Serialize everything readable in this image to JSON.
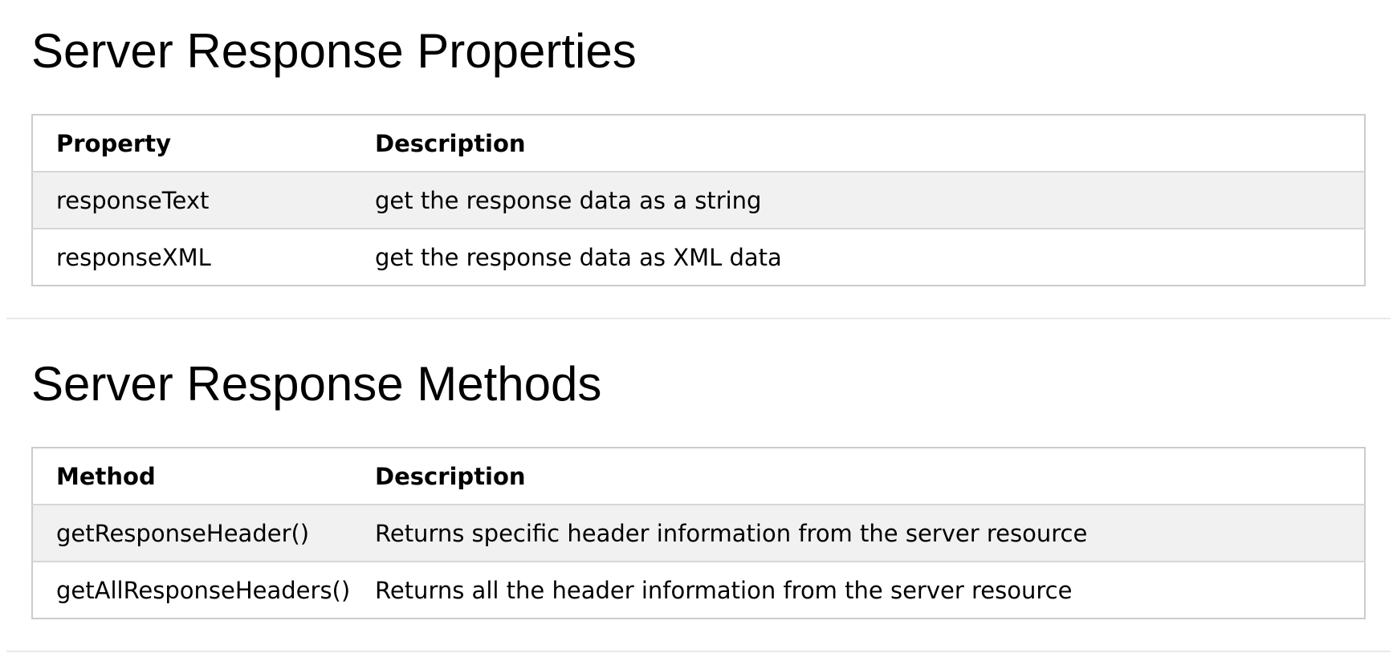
{
  "sections": [
    {
      "title": "Server Response Properties",
      "headers": [
        "Property",
        "Description"
      ],
      "rows": [
        [
          "responseText",
          "get the response data as a string"
        ],
        [
          "responseXML",
          "get the response data as XML data"
        ]
      ]
    },
    {
      "title": "Server Response Methods",
      "headers": [
        "Method",
        "Description"
      ],
      "rows": [
        [
          "getResponseHeader()",
          "Returns specific header information from the server resource"
        ],
        [
          "getAllResponseHeaders()",
          "Returns all the header information from the server resource"
        ]
      ]
    }
  ],
  "colors": {
    "table_border": "#cccccc",
    "row_shade": "#f1f1f1",
    "divider": "#e9e9e9"
  }
}
